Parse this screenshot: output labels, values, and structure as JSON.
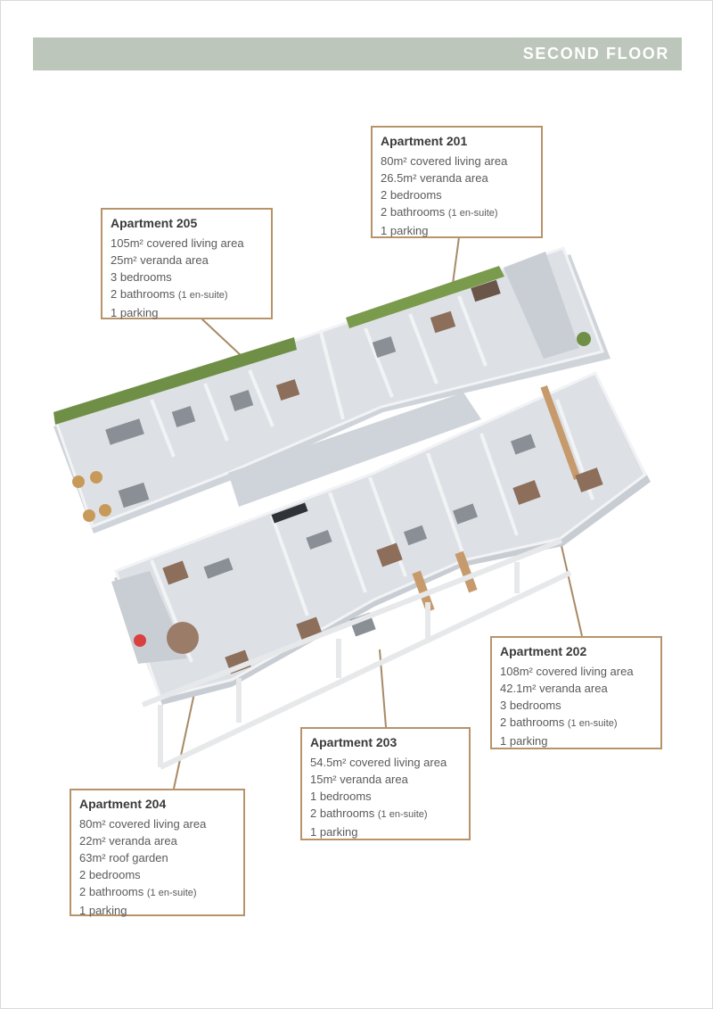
{
  "header": {
    "title": "SECOND FLOOR"
  },
  "apartments": [
    {
      "title": "Apartment 201",
      "covered": "80m² covered living area",
      "veranda": "26.5m² veranda area",
      "bedrooms": "2 bedrooms",
      "bathrooms": "2 bathrooms",
      "bath_note": "(1 en-suite)",
      "parking": "1 parking"
    },
    {
      "title": "Apartment 205",
      "covered": "105m² covered living area",
      "veranda": "25m² veranda area",
      "bedrooms": "3 bedrooms",
      "bathrooms": "2 bathrooms",
      "bath_note": "(1 en-suite)",
      "parking": "1 parking"
    },
    {
      "title": "Apartment 202",
      "covered": "108m² covered living area",
      "veranda": "42.1m² veranda area",
      "bedrooms": "3 bedrooms",
      "bathrooms": "2 bathrooms",
      "bath_note": "(1 en-suite)",
      "parking": "1 parking"
    },
    {
      "title": "Apartment 203",
      "covered": "54.5m² covered living area",
      "veranda": "15m² veranda area",
      "bedrooms": "1 bedrooms",
      "bathrooms": "2 bathrooms",
      "bath_note": "(1 en-suite)",
      "parking": "1 parking"
    },
    {
      "title": "Apartment 204",
      "covered": "80m² covered living area",
      "veranda": "22m² veranda area",
      "roof_garden": "63m² roof garden",
      "bedrooms": "2 bedrooms",
      "bathrooms": "2 bathrooms",
      "bath_note": "(1 en-suite)",
      "parking": "1 parking"
    }
  ],
  "colors": {
    "header": "#bdc6ba",
    "box_border": "#b8936a",
    "leader_line": "#a88a66",
    "floor": "#dde1e6",
    "wall": "#f2f3f5",
    "wood": "#c69a6b",
    "planting": "#6e8f45"
  }
}
